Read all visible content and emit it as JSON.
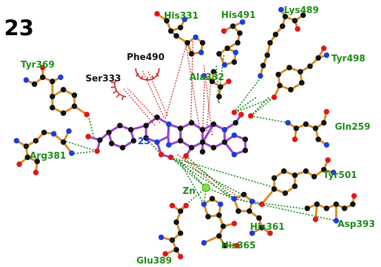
{
  "figure": {
    "compound_label": "23",
    "ligand_label": "23"
  },
  "residues": {
    "his331": "His331",
    "his491": "His491",
    "lys489": "Lys489",
    "tyr369": "Tyr369",
    "phe490": "Phe490",
    "ser333": "Ser333",
    "ala332": "Ala332",
    "tyr498": "Tyr498",
    "gln259": "Gln259",
    "arg381": "Arg381",
    "tyr501": "Tyr501",
    "zn": "Zn",
    "his361": "His361",
    "asp393": "Asp393",
    "his365": "His365",
    "glu389": "Glu389"
  },
  "colors": {
    "residue_bond": "#d98a1e",
    "ligand_bond": "#9b3fd0",
    "carbon": "#111111",
    "oxygen": "#e01818",
    "nitrogen": "#1a3fd6",
    "zinc": "#7ee33a",
    "hbond": "#1a8a1a",
    "hydrophobic": "#d03a3a",
    "residue_label": "#1f8c17"
  }
}
